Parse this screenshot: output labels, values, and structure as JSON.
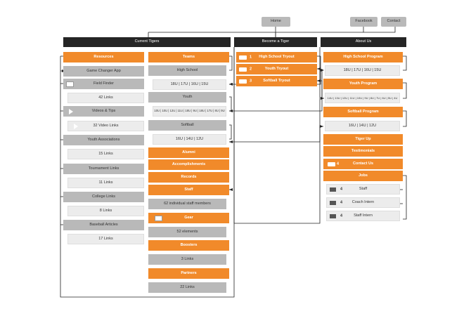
{
  "top_nav": {
    "home": "Home",
    "facebook": "Facebook",
    "contact": "Contact"
  },
  "columns": {
    "current_tigers": "Current Tigers",
    "become_tiger": "Become a Tiger",
    "about_us": "About Us"
  },
  "resources": {
    "header": "Resources",
    "items": [
      {
        "label": "Game Changer App"
      },
      {
        "label": "Field Finder"
      },
      {
        "label": "42 Links"
      },
      {
        "label": "Videos & Tips"
      },
      {
        "label": "32 Video Links"
      },
      {
        "label": "Youth Associations"
      },
      {
        "label": "15 Links"
      },
      {
        "label": "Tournament Links"
      },
      {
        "label": "11 Links"
      },
      {
        "label": "College Links"
      },
      {
        "label": "8 Links"
      },
      {
        "label": "Baseball Articles"
      },
      {
        "label": "17 Links"
      }
    ]
  },
  "teams": {
    "header": "Teams",
    "high_school": "High School",
    "high_school_ages": "18U | 17U | 16U | 15U",
    "youth": "Youth",
    "youth_ages": "10U | 10U | 12U | 11U | 18U | 9U | 18U | 17U | 8U | 9U",
    "softball": "Softball",
    "softball_ages": "16U | 14U | 12U",
    "alumni": "Alumni",
    "accomplishments": "Accomplishments",
    "records": "Records",
    "staff": "Staff",
    "staff_count": "62 individual staff members",
    "gear": "Gear",
    "gear_count": "52 elements",
    "boosters": "Boosters",
    "boosters_count": "3 Links",
    "partners": "Partners",
    "partners_count": "22 Links"
  },
  "tryouts": [
    {
      "num": "1",
      "label": "High School Tryout"
    },
    {
      "num": "2",
      "label": "Youth Tryout"
    },
    {
      "num": "3",
      "label": "Softball Tryout"
    }
  ],
  "about": {
    "hs_program": "High School Program",
    "hs_ages": "18U | 17U | 16U | 15U",
    "youth_program": "Youth Program",
    "youth_ages": "14U | 13U | 12U | 11U | 10U | 9U | 8U | 7U | 6U | 5U | 4U",
    "softball_program": "Softball Program",
    "softball_ages": "16U | 14U | 12U",
    "tiger_up": "Tiger Up",
    "testimonials": "Testimonials",
    "contact_num": "4",
    "contact_us": "Contact Us",
    "jobs": "Jobs",
    "jobs_items": [
      {
        "num": "4",
        "label": "Staff"
      },
      {
        "num": "4",
        "label": "Coach Intern"
      },
      {
        "num": "4",
        "label": "Staff Intern"
      }
    ]
  },
  "colors": {
    "orange": "#f18a2a",
    "gray": "#b9b9b9",
    "light": "#ececec",
    "black": "#252525"
  }
}
